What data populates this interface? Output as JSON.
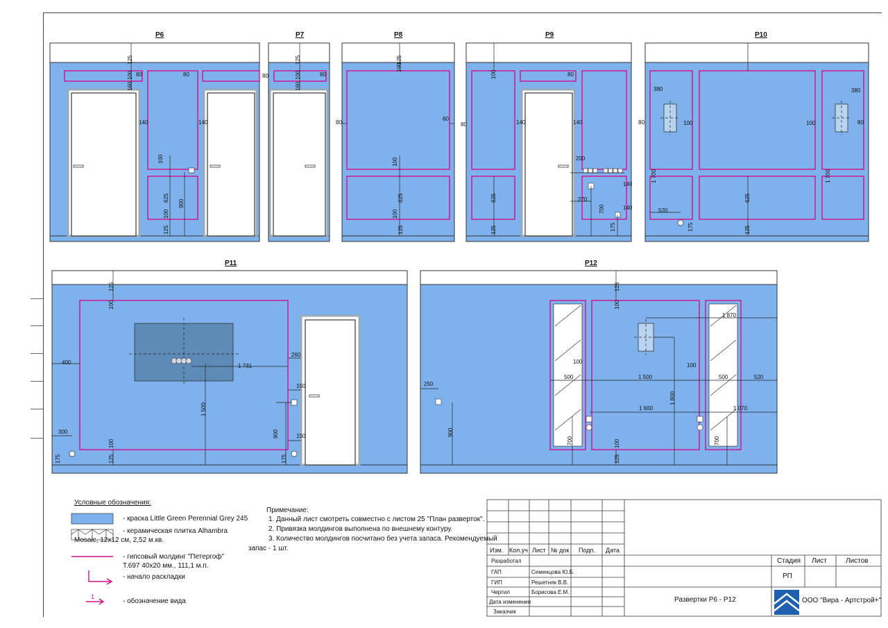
{
  "views": {
    "p6": "Р6",
    "p7": "Р7",
    "p8": "Р8",
    "p9": "Р9",
    "p10": "Р10",
    "p11": "Р11",
    "p12": "Р12"
  },
  "dims": {
    "d125": "125",
    "d100": "100",
    "d80": "80",
    "d160": "160",
    "d140": "140",
    "d625": "625",
    "d900": "900",
    "d200": "200",
    "d270": "270",
    "d700": "700",
    "d175": "175",
    "d380": "380",
    "d1700": "1 700",
    "d520": "520",
    "d400": "400",
    "d1731": "1 731",
    "d260": "260",
    "d150": "150",
    "d1500": "1 500",
    "d300": "300",
    "d250": "250",
    "d1870": "1 870",
    "d500": "500",
    "d1600": "1 600",
    "d1800": "1 800",
    "d1070": "1 070"
  },
  "legend": {
    "title": "Условные обозначения:",
    "paint": "- краска Little Green Perennial Grey 245",
    "tile_line1": "- керамическая плитка Alhambra",
    "tile_line2": "Mosaic,  12х12 см, 2,52 м.кв.",
    "molding_line1": "- гипсовый молдинг \"Петергоф\"",
    "molding_line2": "Т.697 40х20 мм., 111,1 м.п.",
    "start": "- начало раскладки",
    "view_mark": "- обозначение вида",
    "view_num": "1",
    "paint_color": "#7fb2ec",
    "molding_color": "#d0108a"
  },
  "notes": {
    "title": "Примечание:",
    "n1": "1. Данный лист смотреть совместно с листом 25 \"План разверток\".",
    "n2": "2. Привязка молдингов выполнена по внешнему контуру.",
    "n3": "3. Количество молдингов посчитано без учета запаса. Рекомендуемый",
    "n3b": "запас - 1 шт."
  },
  "stamp": {
    "h_izm": "Изм.",
    "h_kol": "Кол.уч",
    "h_list": "Лист",
    "h_doc": "№ док",
    "h_podp": "Подп.",
    "h_date": "Дата",
    "r1": "Разработал",
    "r2": "ГАП",
    "r3": "ГИП",
    "r4": "Чертил",
    "r5": "Дата изменения",
    "r6": "Заказчик",
    "n2": "Семенцова Ю.Б.",
    "n3": "Решетняк В.В.",
    "n4": "Борисова Е.М.",
    "stage_h": "Стадия",
    "sheet_h": "Лист",
    "sheets_h": "Листов",
    "stage": "РП",
    "title": "Развертки Р6 - Р12",
    "company": "ООО \"Вира - Артстрой+\"",
    "brand_color": "#1f5fb0"
  }
}
